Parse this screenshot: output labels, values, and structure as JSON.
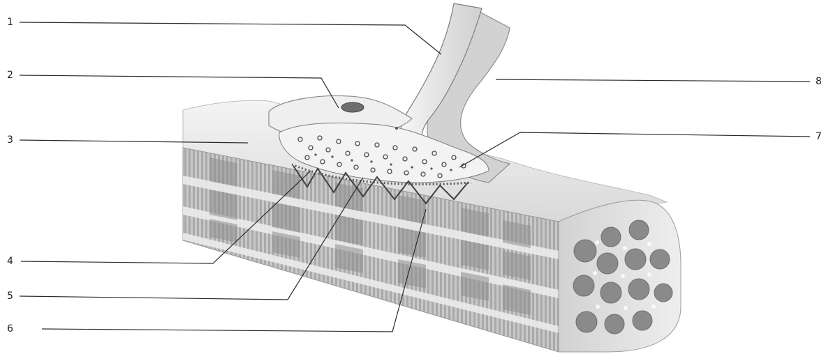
{
  "labels": {
    "l1": "1",
    "l2": "2",
    "l3": "3",
    "l4": "4",
    "l5": "5",
    "l6": "6",
    "l7": "7",
    "l8": "8"
  },
  "colors": {
    "line": "#2a2a2a",
    "fiber_light": "#e6e6e6",
    "fiber_dark": "#8c8c8c",
    "band_dark": "#7a7a7a",
    "band_light": "#d6d6d6",
    "sarcolemma": "#f2f2f2",
    "nerve": "#efefef",
    "vesicle": "#555555"
  }
}
